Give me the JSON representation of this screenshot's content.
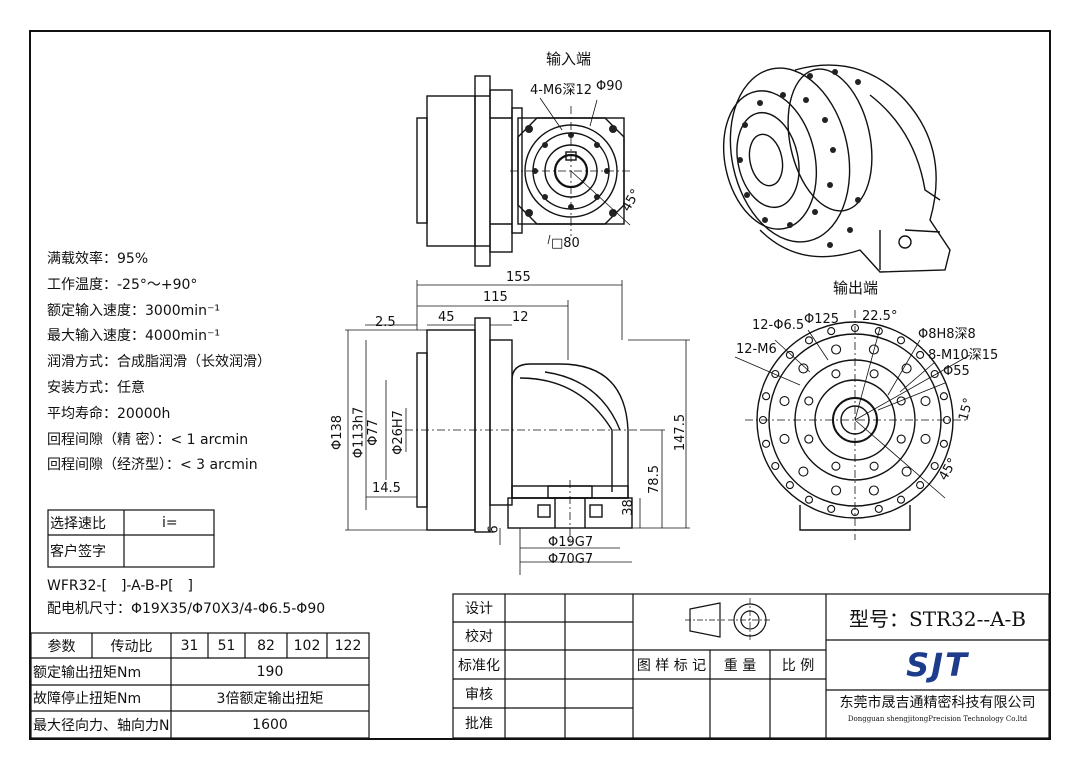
{
  "views": {
    "input_label": "输入端",
    "output_label": "输出端"
  },
  "dims": {
    "m6_depth": "4-M6深12",
    "d90": "Φ90",
    "angle45_input": "45°",
    "sq80": "□80",
    "d155": "155",
    "d115": "115",
    "d2_5": "2.5",
    "d45": "45",
    "d12": "12",
    "d138": "Φ138",
    "d113": "Φ113h7",
    "d77": "Φ77",
    "d26": "Φ26H7",
    "d147_5": "147.5",
    "d78_5": "78.5",
    "d14_5": "14.5",
    "d38": "38",
    "d6": "6",
    "d19g7": "Φ19G7",
    "d70g7": "Φ70G7",
    "h12_6_5": "12-Φ6.5",
    "d125": "Φ125",
    "a22_5": "22.5°",
    "d8h8": "Φ8H8深8",
    "h12m6": "12-M6",
    "m10": "8-M10深15",
    "d55": "Φ55",
    "a15": "15°",
    "a45_out": "45°"
  },
  "specs": [
    "满载效率：95%",
    "工作温度：-25°～+90°",
    "额定输入速度：3000min⁻¹",
    "最大输入速度：4000min⁻¹",
    "润滑方式：合成脂润滑（长效润滑）",
    "安装方式：任意",
    "平均寿命：20000h",
    "回程间隙（精 密）：< 1 arcmin",
    "回程间隙（经济型）：< 3 arcmin"
  ],
  "ratio_box": {
    "label": "选择速比",
    "value": "i=",
    "sign_label": "客户签字"
  },
  "model_line": "WFR32-[　]-A-B-P[　]",
  "motor_size": "配电机尺寸：Φ19X35/Φ70X3/4-Φ6.5-Φ90",
  "param_table": {
    "head_param": "参数",
    "head_ratio": "传动比",
    "ratios": [
      "31",
      "51",
      "82",
      "102",
      "122"
    ],
    "rows": [
      {
        "label": "额定输出扭矩Nm",
        "value": "190"
      },
      {
        "label": "故障停止扭矩Nm",
        "value": "3倍额定输出扭矩"
      },
      {
        "label": "最大径向力、轴向力N",
        "value": "1600"
      }
    ]
  },
  "title_block": {
    "roles": [
      "设计",
      "校对",
      "标准化",
      "审核",
      "批准"
    ],
    "tu_yang": "图 样 标 记",
    "weight": "重 量",
    "scale": "比 例",
    "model": "型号：STR32--A-B",
    "logo": "SJT",
    "company_cn": "东莞市晟吉通精密科技有限公司",
    "company_en": "Dongguan shengjitongPrecision Technology Co.ltd"
  }
}
